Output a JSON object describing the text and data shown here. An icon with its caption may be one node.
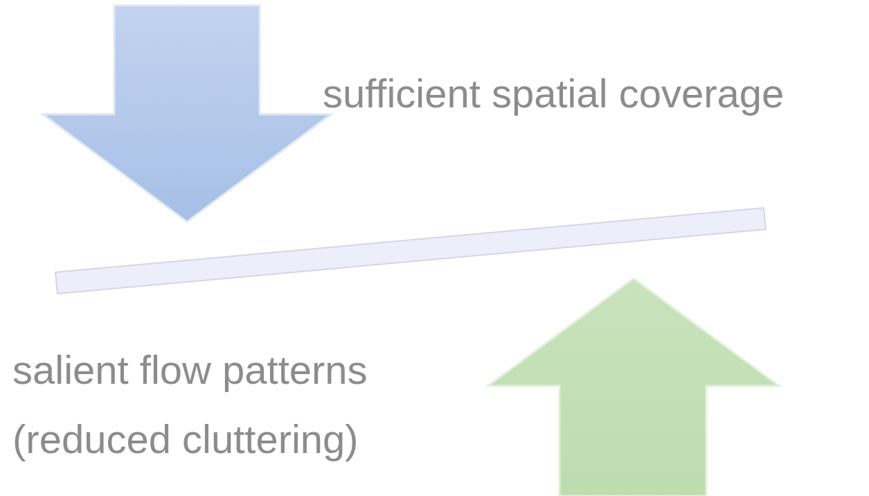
{
  "diagram": {
    "nodes": [
      {
        "text": [],
        "shape": "bar"
      }
    ],
    "labels": [
      "sufficient spatial coverage",
      "salient flow patterns (reduced cluttering)"
    ]
  }
}
